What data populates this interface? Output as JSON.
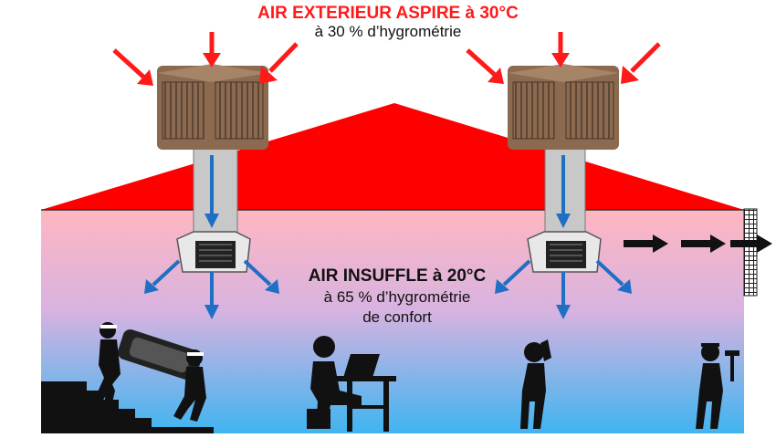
{
  "outside_air": {
    "title": "AIR EXTERIEUR ASPIRE à 30°C",
    "humidity": "à 30 % d’hygrométrie",
    "arrow_color": "#ff1a1a"
  },
  "supply_air": {
    "title": "AIR INSUFFLE à 20°C",
    "humidity_line1": "à 65 % d’hygrométrie",
    "humidity_line2": "de confort",
    "arrow_color": "#1f6fc4"
  },
  "colors": {
    "roof": "#ff0000",
    "wall_top": "#ffb6c1",
    "wall_bottom": "#3fb4f0",
    "cooler_body": "#8b6a4f",
    "duct": "#c8c8c8",
    "exhaust_arrow": "#111111"
  },
  "icons": [
    "evaporative-cooler-icon",
    "air-diffuser-icon",
    "workers-carrying-load-icon",
    "person-at-laptop-icon",
    "person-on-phone-icon",
    "worker-with-hammer-icon",
    "exhaust-vent-icon"
  ]
}
